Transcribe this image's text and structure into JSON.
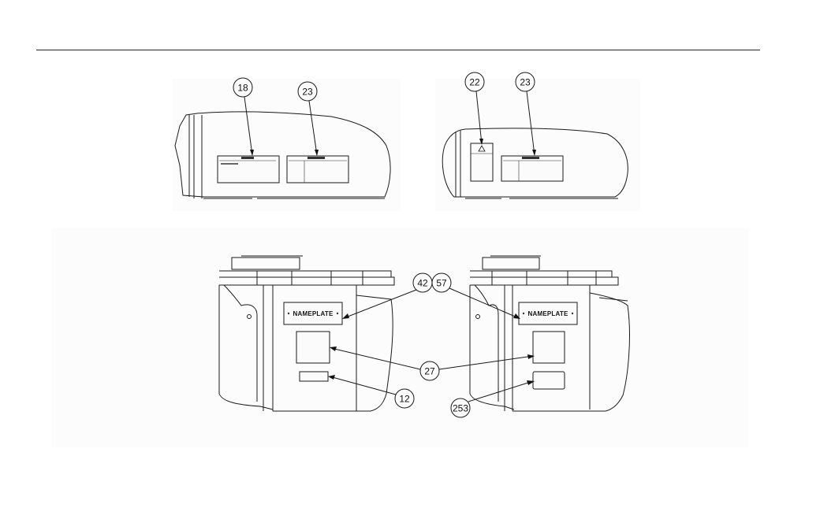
{
  "callouts": {
    "c18": "18",
    "c23a": "23",
    "c22": "22",
    "c23b": "23",
    "c42": "42",
    "c57": "57",
    "c27": "27",
    "c12": "12",
    "c253": "253"
  },
  "nameplate_left": "NAMEPLATE",
  "nameplate_right": "NAMEPLATE"
}
